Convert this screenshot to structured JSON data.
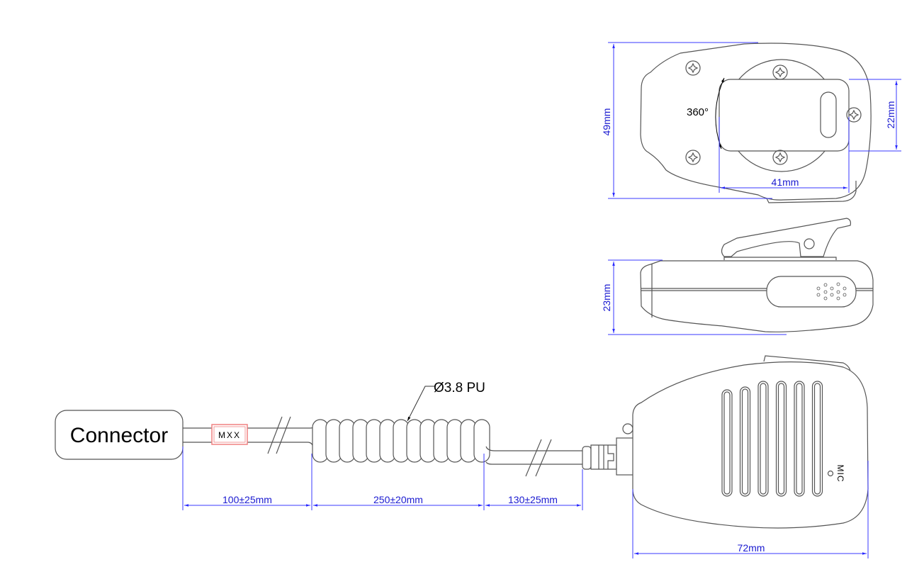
{
  "top_view": {
    "height_dim": "49mm",
    "clip_height_dim": "22mm",
    "clip_width_dim": "41mm",
    "rotation_label": "360°"
  },
  "side_view": {
    "thickness_dim": "23mm"
  },
  "cable": {
    "connector_label": "Connector",
    "tag_label": "MXX",
    "cable_spec": "Ø3.8 PU",
    "segment_dims": [
      "100±25mm",
      "250±20mm",
      "130±25mm"
    ]
  },
  "mic_front": {
    "mic_label": "MIC",
    "width_dim": "72mm"
  },
  "colors": {
    "dimension": "#3a3aff",
    "outline": "#555555",
    "tag": "#f08080"
  }
}
